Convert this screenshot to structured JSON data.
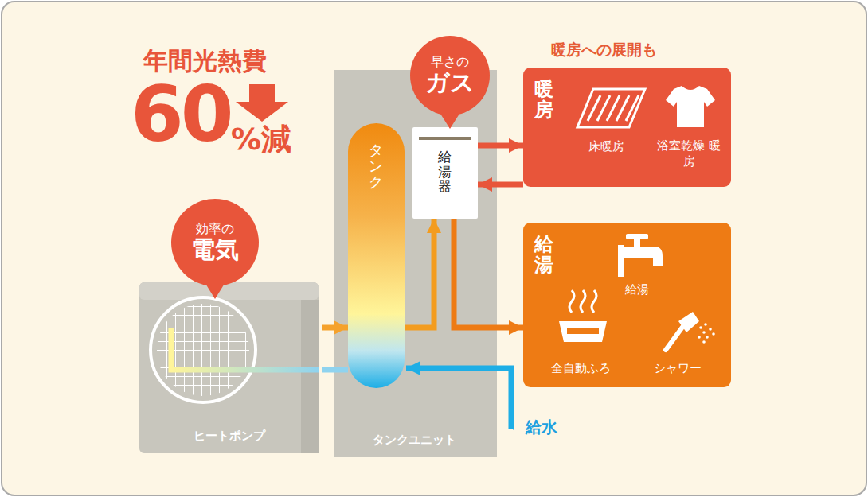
{
  "diagram": {
    "nodes": [
      {
        "text": [
          "ヒートポンプ"
        ]
      },
      {
        "text": [
          "タンクユニット"
        ]
      },
      {
        "text": [
          "タンク"
        ],
        "in": 1
      },
      {
        "text": [
          "給湯器"
        ],
        "in": 1
      },
      {
        "text": [
          "早さの",
          "ガス"
        ]
      },
      {
        "text": [
          "効率の",
          "電気"
        ]
      },
      {
        "text": [
          "暖房",
          "床暖房",
          "浴室乾燥 暖房"
        ]
      },
      {
        "text": [
          "給湯",
          "給湯",
          "全自動ふろ",
          "シャワー"
        ]
      }
    ],
    "edges": [
      {
        "from": 0,
        "to": 2,
        "arrow": "to"
      },
      {
        "from": 2,
        "to": 0,
        "arrow": "none"
      },
      {
        "from": 2,
        "to": 3,
        "arrow": "to"
      },
      {
        "from": 3,
        "to": 6,
        "arrow": "to"
      },
      {
        "from": 6,
        "to": 3,
        "arrow": "to"
      },
      {
        "from": 3,
        "to": 7,
        "arrow": "to"
      }
    ],
    "labels": [
      "年間光熱費",
      "60",
      "%減",
      "暖房への展開も",
      "給水"
    ]
  }
}
